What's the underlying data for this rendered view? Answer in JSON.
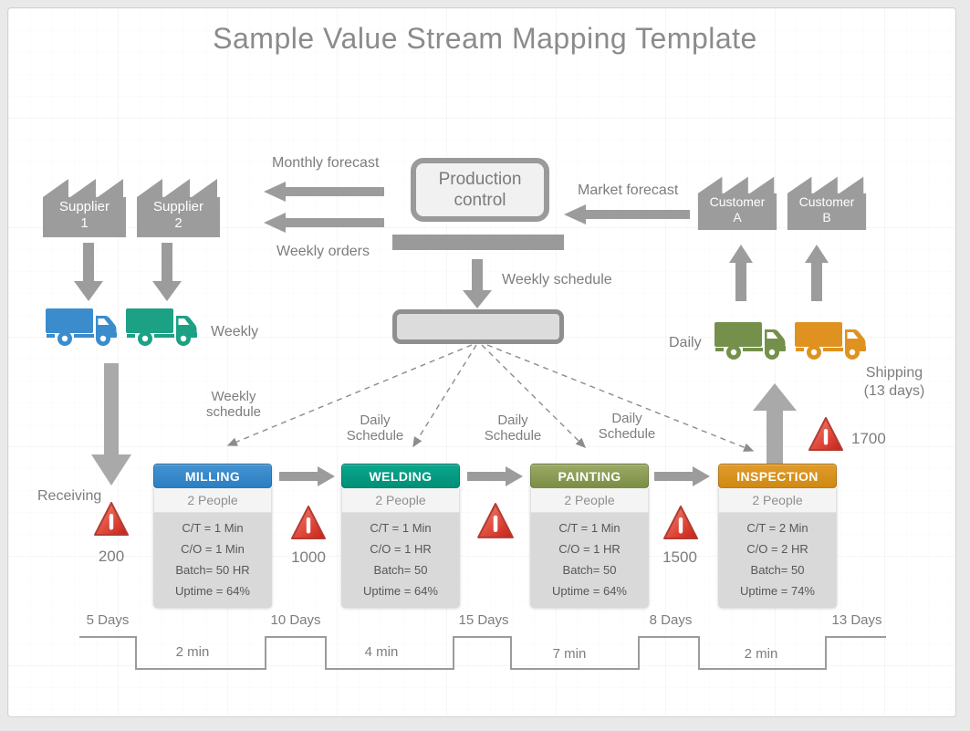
{
  "title": "Sample Value Stream Mapping Template",
  "production_control": {
    "line1": "Production",
    "line2": "control"
  },
  "suppliers": [
    {
      "line1": "Supplier",
      "line2": "1"
    },
    {
      "line1": "Supplier",
      "line2": "2"
    }
  ],
  "customers": [
    {
      "line1": "Customer",
      "line2": "A"
    },
    {
      "line1": "Customer",
      "line2": "B"
    }
  ],
  "labels": {
    "monthly_forecast": "Monthly forecast",
    "weekly_orders": "Weekly orders",
    "market_forecast": "Market forecast",
    "weekly_schedule": "Weekly schedule",
    "weekly_schedule_line1": "Weekly",
    "weekly_schedule_line2": "schedule",
    "daily_schedule_line1": "Daily",
    "daily_schedule_line2": "Schedule",
    "weekly": "Weekly",
    "daily": "Daily",
    "receiving": "Receiving",
    "shipping_line1": "Shipping",
    "shipping_line2": "(13 days)"
  },
  "processes": [
    {
      "name": "MILLING",
      "people": "2 People",
      "stats": [
        "C/T = 1 Min",
        "C/O = 1 Min",
        "Batch= 50 HR",
        "Uptime = 64%"
      ]
    },
    {
      "name": "WELDING",
      "people": "2 People",
      "stats": [
        "C/T = 1 Min",
        "C/O = 1 HR",
        "Batch= 50",
        "Uptime = 64%"
      ]
    },
    {
      "name": "PAINTING",
      "people": "2 People",
      "stats": [
        "C/T = 1 Min",
        "C/O = 1 HR",
        "Batch= 50",
        "Uptime = 64%"
      ]
    },
    {
      "name": "INSPECTION",
      "people": "2 People",
      "stats": [
        "C/T = 2 Min",
        "C/O = 2 HR",
        "Batch= 50",
        "Uptime = 74%"
      ]
    }
  ],
  "inventory": {
    "receiving": "200",
    "after_milling": "1000",
    "after_painting": "1500",
    "before_shipping": "1700"
  },
  "timeline": {
    "days": [
      "5 Days",
      "10 Days",
      "15 Days",
      "8 Days",
      "13 Days"
    ],
    "mins": [
      "2 min",
      "4 min",
      "7 min",
      "2 min"
    ]
  },
  "colors": {
    "milling": "#2f87c5",
    "welding": "#079b82",
    "painting": "#87964d",
    "inspection": "#d9921e",
    "truck_blue": "#3b8ccc",
    "truck_teal": "#1ca185",
    "truck_green": "#74904a",
    "truck_orange": "#df921f",
    "shape_gray": "#9c9c9c",
    "alert_red": "#d93636",
    "text_gray": "#7d7d7d"
  }
}
